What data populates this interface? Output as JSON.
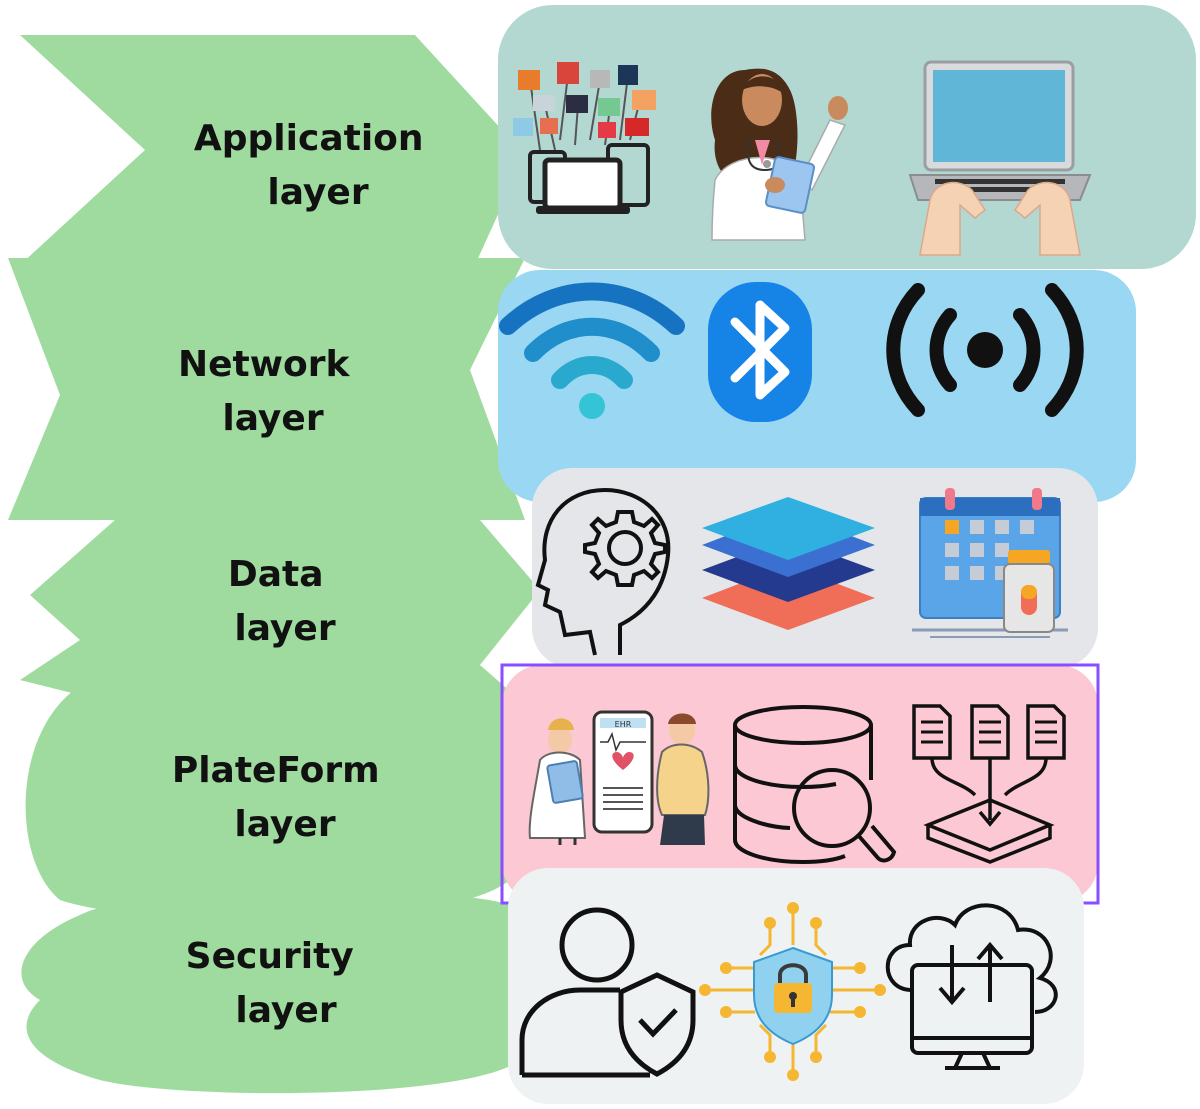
{
  "layers": [
    {
      "id": "application",
      "line1": "Application",
      "line2": "layer",
      "panel_color": "#b3d8d2"
    },
    {
      "id": "network",
      "line1": "Network",
      "line2": "layer",
      "panel_color": "#9ad7f2"
    },
    {
      "id": "data",
      "line1": "Data",
      "line2": "layer",
      "panel_color": "#e4e6ea"
    },
    {
      "id": "platform",
      "line1": "PlateForm",
      "line2": "layer",
      "panel_color": "#fcc8d4"
    },
    {
      "id": "security",
      "line1": "Security",
      "line2": "layer",
      "panel_color": "#eef2f3"
    }
  ],
  "colors": {
    "label_shape": "#9fdb9f",
    "selection_outline": "#8a4dff"
  },
  "icons": {
    "application": [
      "devices-apps-icon",
      "doctor-icon",
      "laptop-typing-icon"
    ],
    "network": [
      "wifi-icon",
      "bluetooth-icon",
      "broadcast-signal-icon"
    ],
    "data": [
      "head-gear-icon",
      "stacked-layers-icon",
      "calendar-medicine-icon"
    ],
    "platform": [
      "ehr-consult-icon",
      "database-search-icon",
      "documents-merge-icon"
    ],
    "security": [
      "user-shield-icon",
      "circuit-lock-icon",
      "cloud-sync-monitor-icon"
    ]
  },
  "ehr_label": "EHR"
}
